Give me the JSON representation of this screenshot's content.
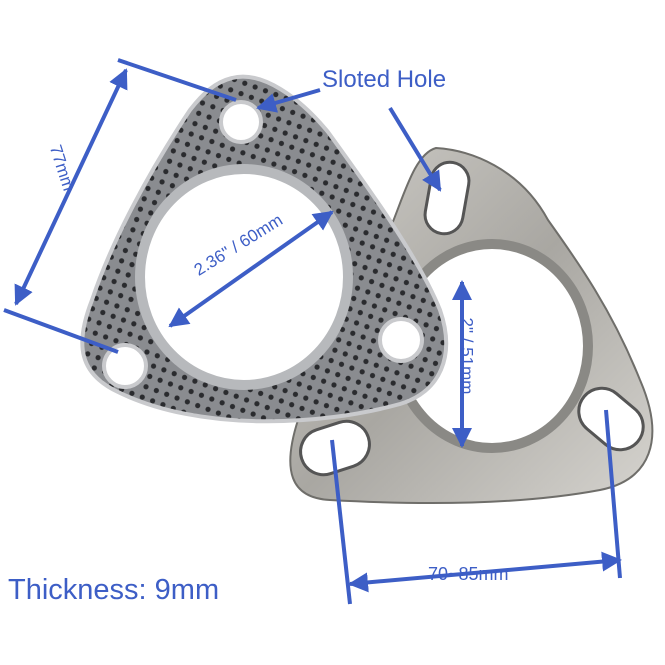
{
  "annotations": {
    "sloted_hole": "Sloted Hole",
    "height": "77mm",
    "bore_large": "2.36\" / 60mm",
    "bore_small": "2\" / 51mm",
    "bolt_spacing": "70~85mm",
    "thickness": "Thickness: 9mm"
  },
  "colors": {
    "annotation_blue": "#3d5ec6",
    "gasket_gray": "#7f8184",
    "flange_steel": "#b9b7b2"
  }
}
